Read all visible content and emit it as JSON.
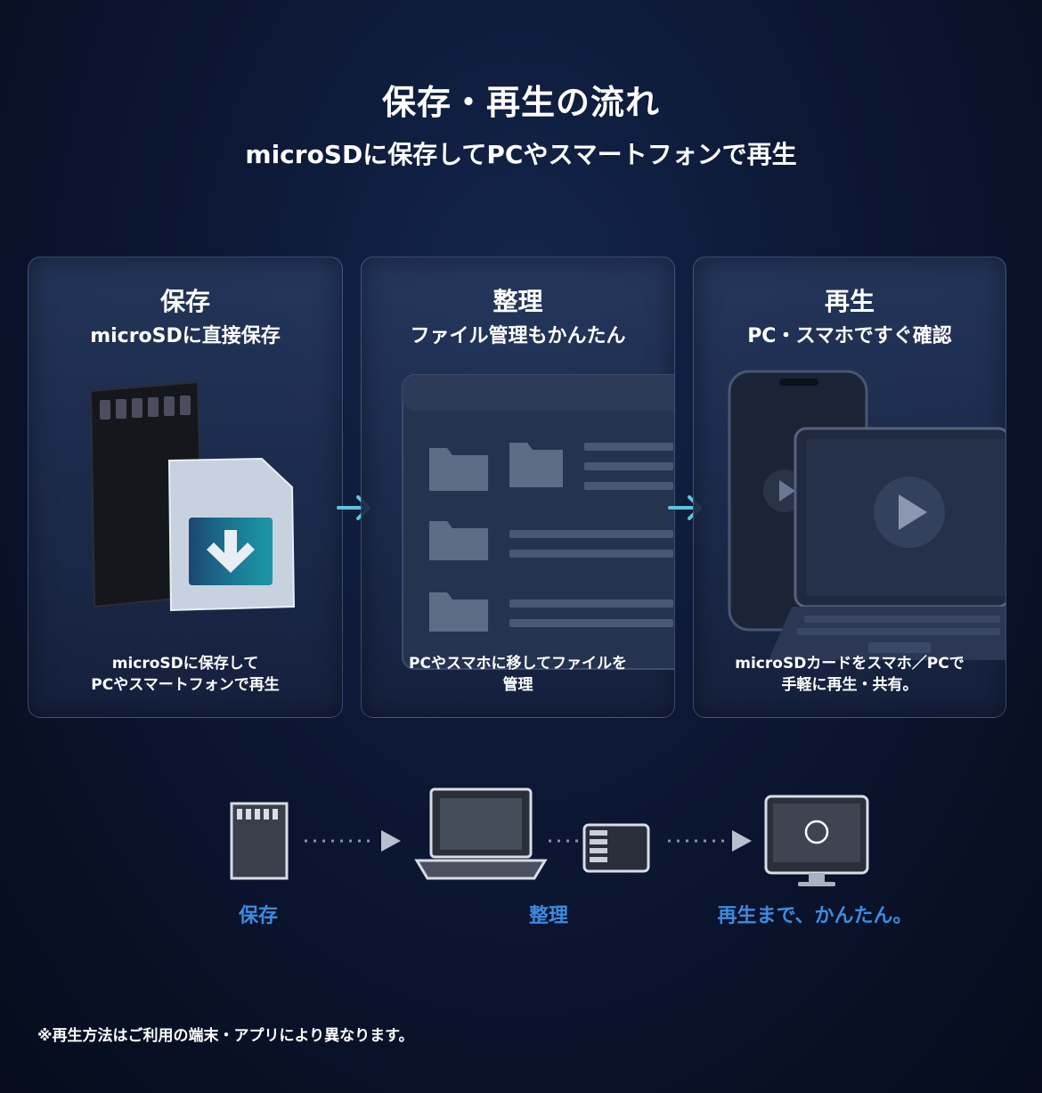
{
  "header": {
    "title": "保存・再生の流れ",
    "subtitle": "microSDに保存してPCやスマートフォンで再生"
  },
  "cards": [
    {
      "title": "保存",
      "subtitle": "microSDに直接保存",
      "desc_lines": [
        "microSDに保存して",
        "PCやスマートフォンで再生"
      ]
    },
    {
      "title": "整理",
      "subtitle": "ファイル管理もかんたん",
      "desc_lines": [
        "PCやスマホに移してファイルを",
        "管理"
      ]
    },
    {
      "title": "再生",
      "subtitle": "PC・スマホですぐ確認",
      "desc_lines": [
        "microSDカードをスマホ／PCで",
        "手軽に再生・共有。"
      ]
    }
  ],
  "flow": {
    "labels": [
      "保存",
      "整理",
      "再生まで、かんたん。"
    ]
  },
  "footnote": "※再生方法はご利用の端末・アプリにより異なります。",
  "colors": {
    "accent_arrow": "#5fc3e0",
    "flow_label": "#3d8be0",
    "download_tile": "#1c8fa6"
  },
  "icons": [
    "sd-card-icon",
    "download-icon",
    "folder-icon",
    "play-icon",
    "laptop-icon",
    "monitor-icon",
    "arrow-right-icon"
  ]
}
